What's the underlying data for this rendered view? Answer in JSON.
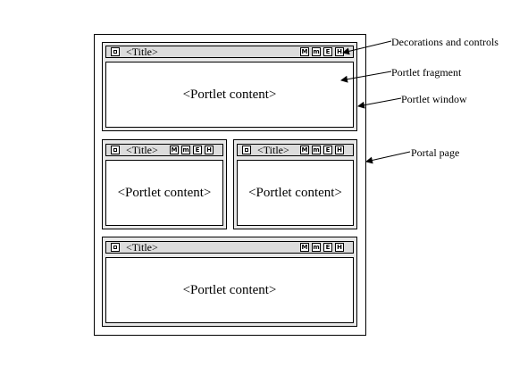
{
  "portal": {
    "windows": [
      {
        "title": "<Title>",
        "content": "<Portlet content>",
        "controls": [
          "M",
          "m",
          "E",
          "H"
        ]
      },
      {
        "title": "<Title>",
        "content": "<Portlet content>",
        "controls": [
          "M",
          "m",
          "E",
          "H"
        ]
      },
      {
        "title": "<Title>",
        "content": "<Portlet content>",
        "controls": [
          "M",
          "m",
          "E",
          "H"
        ]
      },
      {
        "title": "<Title>",
        "content": "<Portlet content>",
        "controls": [
          "M",
          "m",
          "E",
          "H"
        ]
      }
    ]
  },
  "annotations": {
    "decorations": "Decorations and controls",
    "fragment": "Portlet fragment",
    "window": "Portlet window",
    "page": "Portal page"
  }
}
